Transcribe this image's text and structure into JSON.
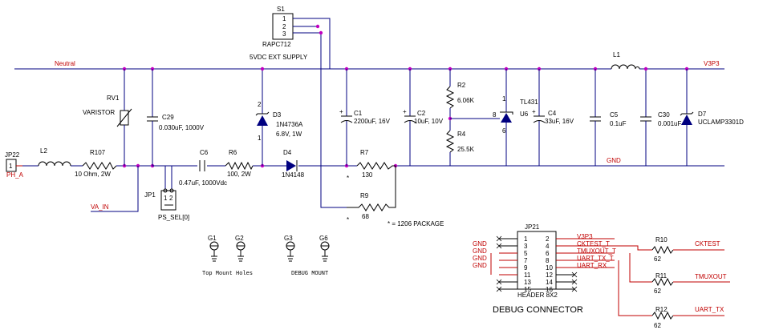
{
  "nets": {
    "neutral": "Neutral",
    "v3p3": "V3P3",
    "gnd": "GND",
    "va_in": "VA_IN",
    "ph_a": "PH_A"
  },
  "components": {
    "s1": {
      "ref": "S1",
      "value": "RAPC712",
      "pins": [
        "1",
        "2",
        "3"
      ]
    },
    "ext_supply": "5VDC EXT SUPPLY",
    "rv1": {
      "ref": "RV1",
      "value": "VARISTOR"
    },
    "c29": {
      "ref": "C29",
      "value": "0.030uF, 1000V"
    },
    "d3": {
      "ref": "D3",
      "part": "1N4736A",
      "value": "6.8V, 1W",
      "pin1": "1",
      "pin2": "2"
    },
    "jp22": {
      "ref": "JP22",
      "pin": "1"
    },
    "l2": {
      "ref": "L2"
    },
    "r107": {
      "ref": "R107",
      "value": "10 Ohm, 2W"
    },
    "jp1": {
      "ref": "JP1",
      "value": "PS_SEL[0]",
      "pins": [
        "1",
        "2"
      ]
    },
    "c6": {
      "ref": "C6",
      "value": "0.47uF, 1000Vdc"
    },
    "r6": {
      "ref": "R6",
      "value": "100, 2W"
    },
    "d4": {
      "ref": "D4",
      "part": "1N4148"
    },
    "r7": {
      "ref": "R7",
      "value": "130"
    },
    "r9": {
      "ref": "R9",
      "value": "68"
    },
    "c1": {
      "ref": "C1",
      "value": "2200uF, 16V"
    },
    "c2": {
      "ref": "C2",
      "value": "10uF, 10V"
    },
    "r2": {
      "ref": "R2",
      "value": "6.06K"
    },
    "r4": {
      "ref": "R4",
      "value": "25.5K"
    },
    "u6": {
      "ref": "U6",
      "part": "TL431",
      "pin8": "8",
      "pin1": "1",
      "pin6": "6"
    },
    "c4": {
      "ref": "C4",
      "value": "33uF, 16V"
    },
    "l1": {
      "ref": "L1"
    },
    "c5": {
      "ref": "C5",
      "value": "0.1uF"
    },
    "c30": {
      "ref": "C30",
      "value": "0.001uF"
    },
    "d7": {
      "ref": "D7",
      "part": "UCLAMP3301D"
    }
  },
  "notes": {
    "star1": "*",
    "star2": "*",
    "package_note": "* = 1206 PACKAGE"
  },
  "mounts": {
    "labels": [
      "G1",
      "G2",
      "G3",
      "G6"
    ],
    "top_caption": "Top Mount Holes",
    "debug_caption": "DEBUG MOUNT"
  },
  "debug": {
    "header_ref": "JP21",
    "header_value": "HEADER 8X2",
    "title": "DEBUG CONNECTOR",
    "pins_left": [
      "1",
      "3",
      "5",
      "7",
      "9",
      "11",
      "13",
      "15"
    ],
    "pins_right": [
      "2",
      "4",
      "6",
      "8",
      "10",
      "12",
      "14",
      "16"
    ],
    "left_nets": [
      "GND",
      "GND",
      "GND",
      "GND"
    ],
    "right_nets": [
      "V3P3",
      "CKTEST_T",
      "TMUXOUT_T",
      "UART_TX_T",
      "UART_RX"
    ],
    "resistors": [
      {
        "ref": "R10",
        "value": "62",
        "net": "CKTEST"
      },
      {
        "ref": "R11",
        "value": "62",
        "net": "TMUXOUT"
      },
      {
        "ref": "R12",
        "value": "62",
        "net": "UART_TX"
      }
    ]
  }
}
